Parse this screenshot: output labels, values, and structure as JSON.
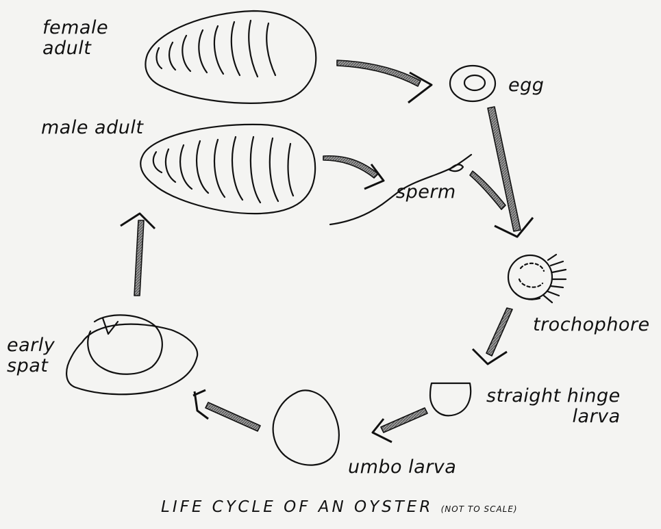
{
  "labels": {
    "female_adult": "female\nadult",
    "male_adult": "male adult",
    "egg": "egg",
    "sperm": "sperm",
    "trochophore": "trochophore",
    "straight_hinge_larva": "straight hinge\nlarva",
    "umbo_larva": "umbo larva",
    "early_spat": "early\nspat"
  },
  "caption": {
    "main": "LIFE CYCLE OF AN OYSTER",
    "note": "(NOT TO SCALE)"
  },
  "colors": {
    "ink": "#111111",
    "arrow_fill": "#8a8a8a",
    "paper": "#f4f4f2"
  }
}
